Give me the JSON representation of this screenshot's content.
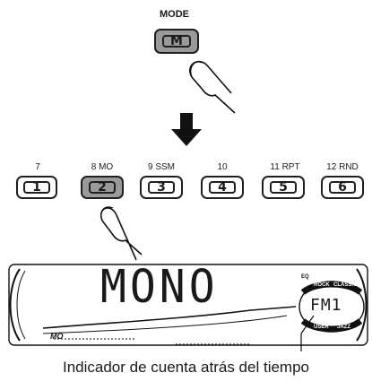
{
  "mode": {
    "label": "MODE",
    "button": "M"
  },
  "keys": [
    {
      "label": "7",
      "number": "1"
    },
    {
      "label": "8 MO",
      "number": "2"
    },
    {
      "label": "9 SSM",
      "number": "3"
    },
    {
      "label": "10",
      "number": "4"
    },
    {
      "label": "11 RPT",
      "number": "5"
    },
    {
      "label": "12 RND",
      "number": "6"
    }
  ],
  "display": {
    "main_text": "MONO",
    "mo_indicator": "MO",
    "band_text": "FM1",
    "eq_top": "EQ",
    "eq_rock": "ROCK",
    "eq_classic": "CLASSIC",
    "eq_user": "USER",
    "eq_jazz": "JAZZ"
  },
  "caption": "Indicador de cuenta atrás del tiempo"
}
